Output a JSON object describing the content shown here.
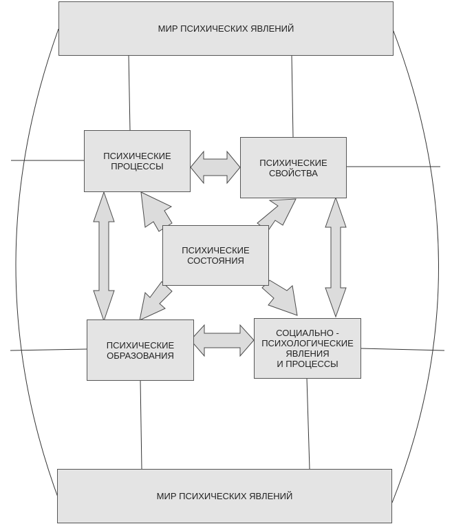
{
  "diagram": {
    "colors": {
      "box_fill": "#e4e4e4",
      "box_border": "#555555",
      "arrow_fill": "#dcdcdc",
      "arrow_stroke": "#4a4a4a",
      "line": "#333333",
      "text": "#222222"
    },
    "nodes": {
      "world_top": "МИР ПСИХИЧЕСКИХ ЯВЛЕНИЙ",
      "world_bottom": "МИР ПСИХИЧЕСКИХ ЯВЛЕНИЙ",
      "processes": "ПСИХИЧЕСКИЕ\nПРОЦЕССЫ",
      "properties": "ПСИХИЧЕСКИЕ\nСВОЙСТВА",
      "states": "ПСИХИЧЕСКИЕ\nСОСТОЯНИЯ",
      "formations": "ПСИХИЧЕСКИЕ\nОБРАЗОВАНИЯ",
      "social": "СОЦИАЛЬНО -\nПСИХОЛОГИЧЕСКИЕ\nЯВЛЕНИЯ\nИ ПРОЦЕССЫ"
    }
  }
}
